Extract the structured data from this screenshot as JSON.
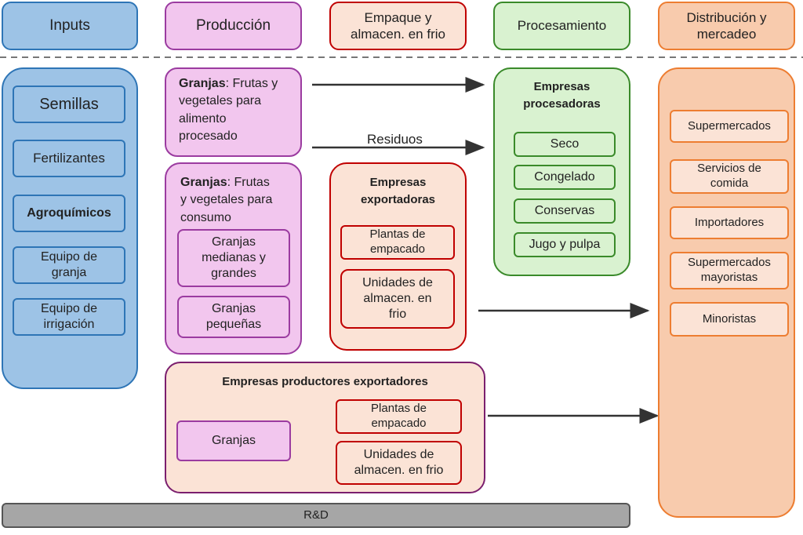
{
  "headers": {
    "inputs": "Inputs",
    "produccion": "Producción",
    "empaque": [
      "Empaque y",
      "almacen. en frio"
    ],
    "procesamiento": "Procesamiento",
    "distribucion": [
      "Distribución y",
      "mercadeo"
    ]
  },
  "inputs": {
    "items": [
      "Semillas",
      "Fertilizantes",
      "Agroquímicos",
      [
        "Equipo de",
        "granja"
      ],
      [
        "Equipo de",
        "irrigación"
      ]
    ]
  },
  "produccion": {
    "granjas_procesado": {
      "bold": "Granjas",
      "text": ": Frutas y",
      "lines": [
        "vegetales para",
        "alimento",
        "procesado"
      ]
    },
    "granjas_consumo": {
      "bold": "Granjas",
      "text": ": Frutas",
      "lines": [
        "y vegetales para",
        "consumo"
      ]
    },
    "granjas_medianas": [
      "Granjas",
      "medianas y",
      "grandes"
    ],
    "granjas_pequenas": [
      "Granjas",
      "pequeñas"
    ]
  },
  "exportadoras": {
    "title": [
      "Empresas",
      "exportadoras"
    ],
    "plantas": [
      "Plantas de",
      "empacado"
    ],
    "unidades": [
      "Unidades de",
      "almacen. en",
      "frio"
    ]
  },
  "procesadoras": {
    "title": [
      "Empresas",
      "procesadoras"
    ],
    "items": [
      "Seco",
      "Congelado",
      "Conservas",
      "Jugo y pulpa"
    ]
  },
  "productores": {
    "title": "Empresas productores exportadores",
    "granjas": "Granjas",
    "plantas": [
      "Plantas de",
      "empacado"
    ],
    "unidades": [
      "Unidades de",
      "almacen. en frio"
    ]
  },
  "distribucion": {
    "items": [
      "Supermercados",
      [
        "Servicios de",
        "comida"
      ],
      "Importadores",
      [
        "Supermercados",
        "mayoristas"
      ],
      "Minoristas"
    ]
  },
  "residuos_label": "Residuos",
  "rd_label": "R&D",
  "colors": {
    "blue_fill": "#9dc3e6",
    "blue_border": "#2e75b6",
    "purple_fill": "#f2c6ee",
    "purple_border": "#9b3ba0",
    "red_fill": "#fbe3d6",
    "red_border": "#c00000",
    "green_fill": "#d9f2d0",
    "green_border": "#3a8a2a",
    "orange_fill": "#f8cbad",
    "orange_border": "#ed7d31",
    "gray_fill": "#a6a6a6",
    "gray_border": "#555555"
  }
}
